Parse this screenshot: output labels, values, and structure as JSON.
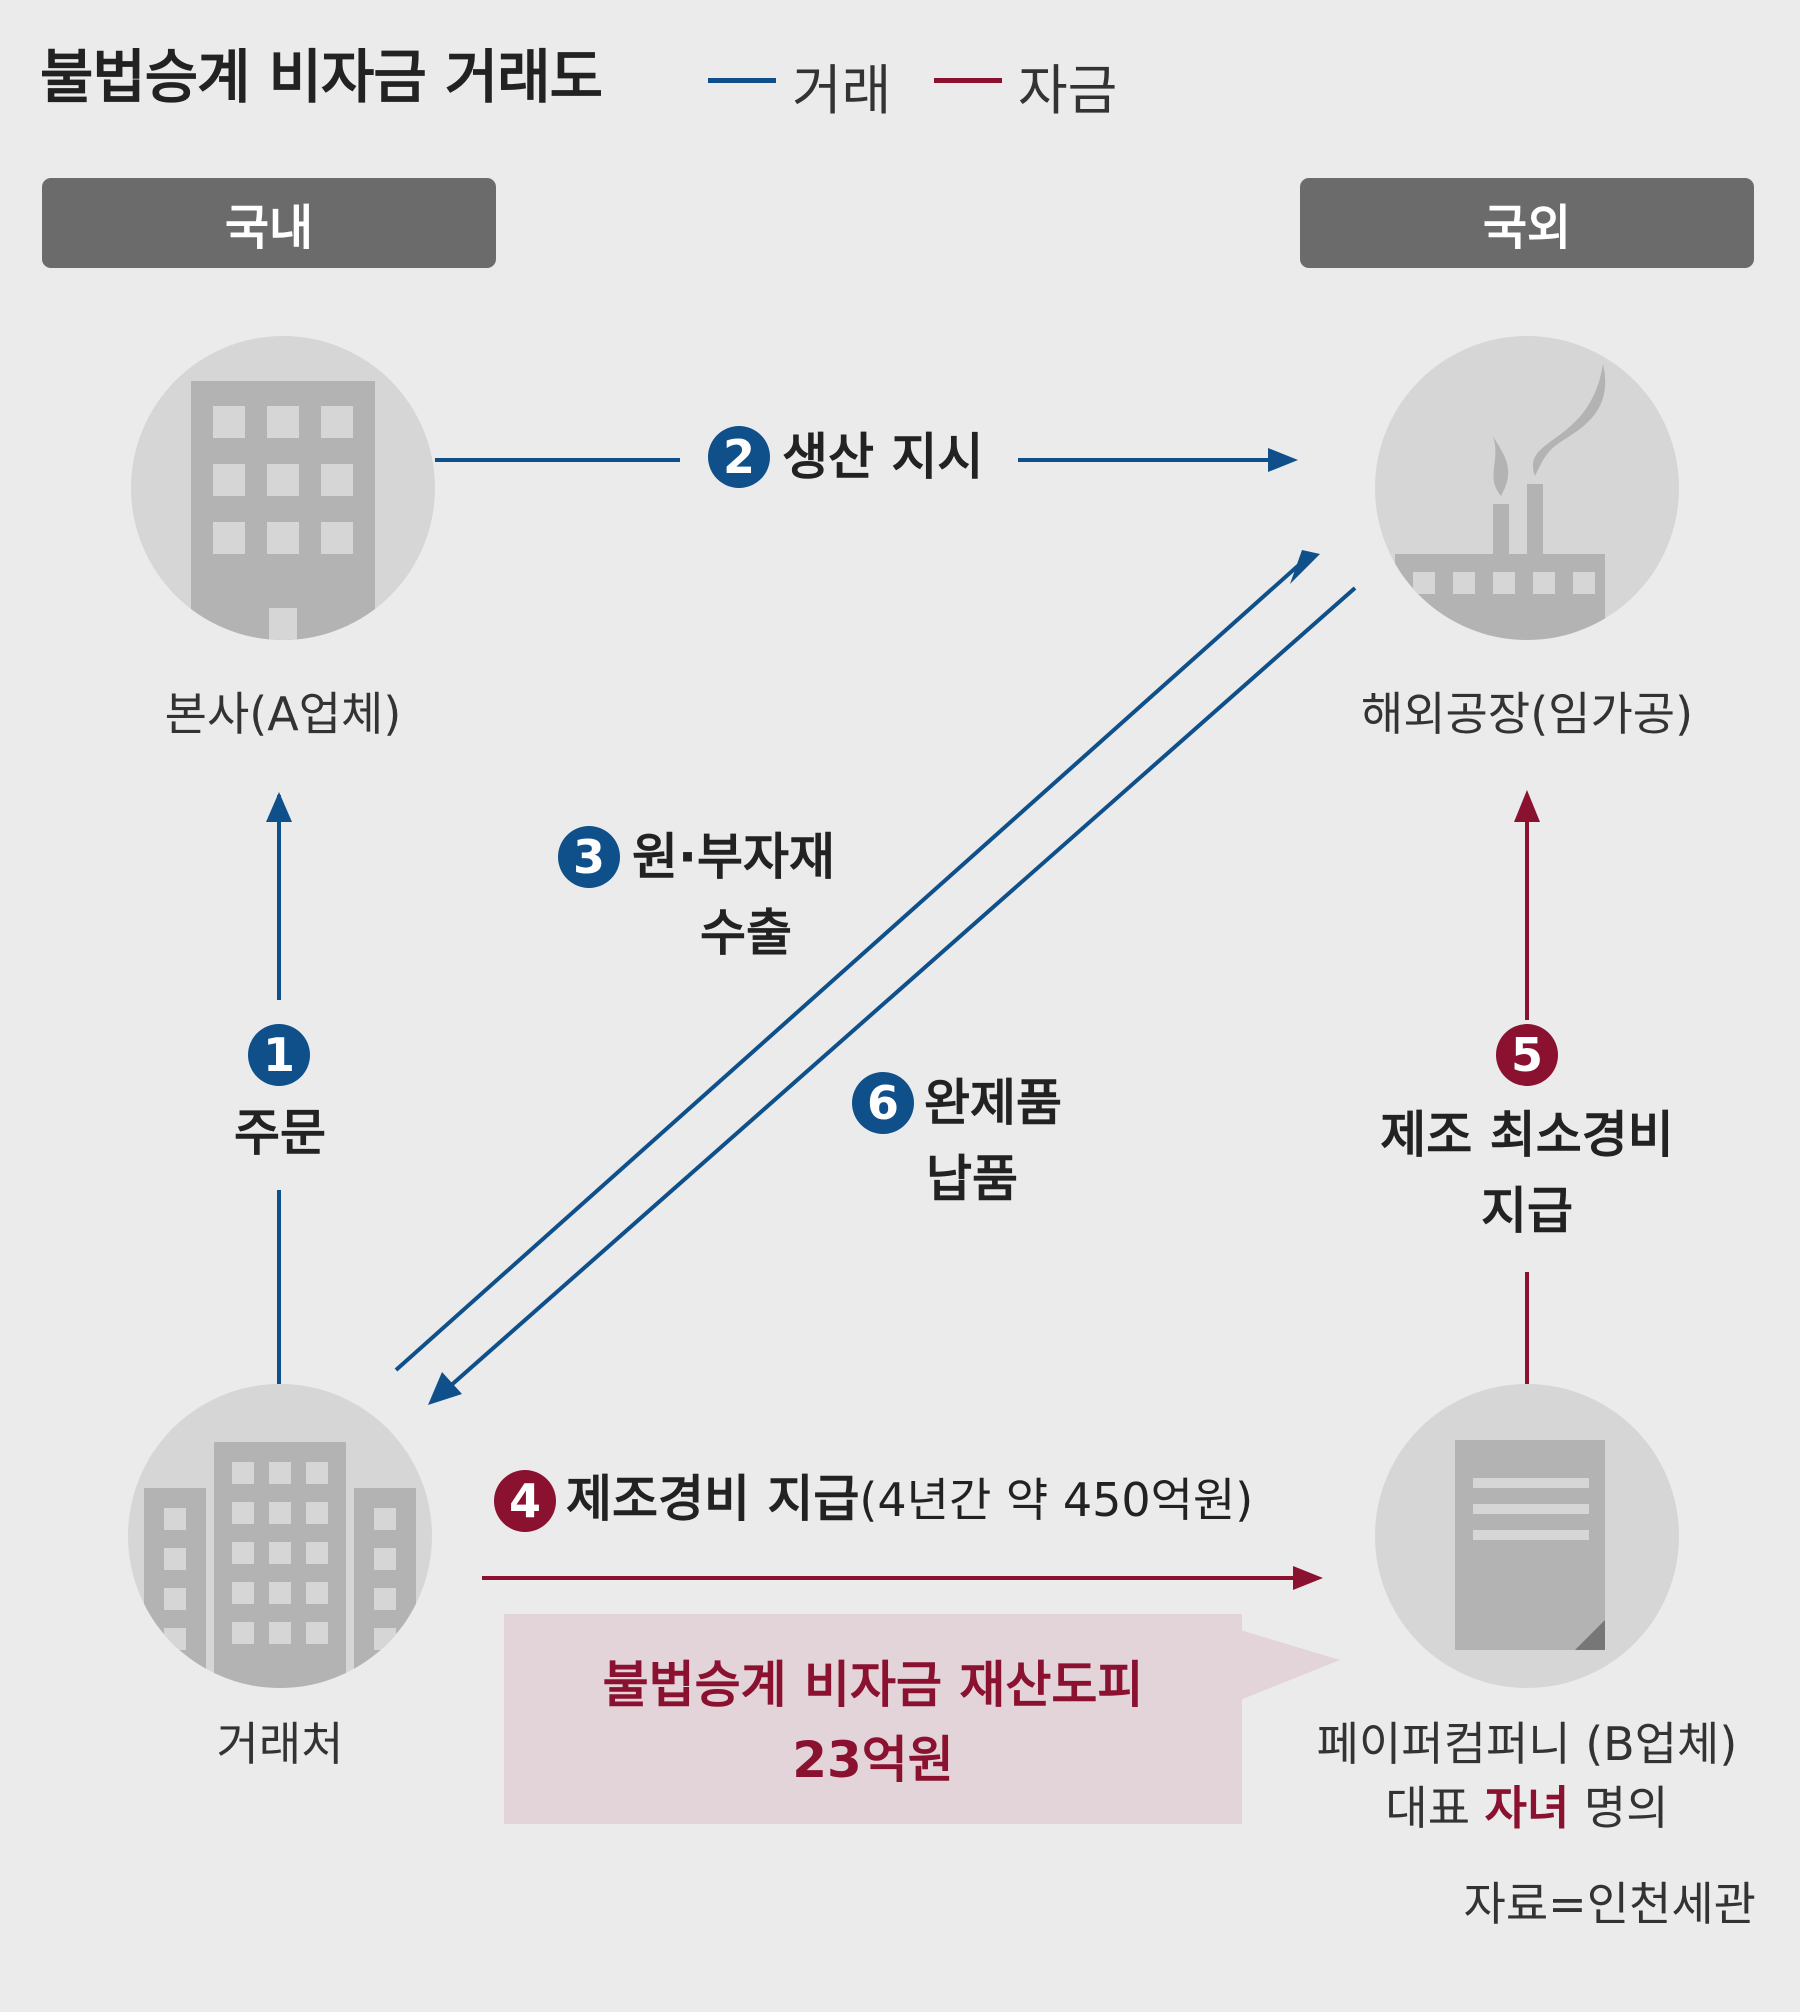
{
  "title": "불법승계 비자금 거래도",
  "legend": [
    {
      "label": "거래",
      "color": "#0f4f8a"
    },
    {
      "label": "자금",
      "color": "#8a1230"
    }
  ],
  "regions": {
    "domestic": "국내",
    "overseas": "국외"
  },
  "nodes": {
    "hq": {
      "label": "본사(A업체)",
      "icon": "office-building-icon"
    },
    "factory": {
      "label": "해외공장(임가공)",
      "icon": "factory-icon"
    },
    "client": {
      "label": "거래처",
      "icon": "city-buildings-icon"
    },
    "paper_company": {
      "label_line1": "페이퍼컴퍼니 (B업체)",
      "label_line2_pre": "대표 ",
      "label_line2_accent": "자녀",
      "label_line2_post": " 명의",
      "icon": "document-icon"
    }
  },
  "steps": [
    {
      "num": "1",
      "text": "주문",
      "type": "거래"
    },
    {
      "num": "2",
      "text": "생산 지시",
      "type": "거래"
    },
    {
      "num": "3",
      "line1": "원·부자재",
      "line2": "수출",
      "type": "거래"
    },
    {
      "num": "4",
      "text": "제조경비 지급",
      "sub": "(4년간 약 450억원)",
      "type": "자금"
    },
    {
      "num": "5",
      "line1": "제조 최소경비",
      "line2": "지급",
      "type": "자금"
    },
    {
      "num": "6",
      "line1": "완제품",
      "line2": "납품",
      "type": "거래"
    }
  ],
  "callout": {
    "line1": "불법승계 비자금 재산도피",
    "line2": "23억원"
  },
  "source": "자료=인천세관",
  "colors": {
    "trade": "#0f4f8a",
    "fund": "#8a1230",
    "background": "#ebebeb",
    "icon": "#b3b3b3",
    "circle": "#d6d6d6"
  }
}
